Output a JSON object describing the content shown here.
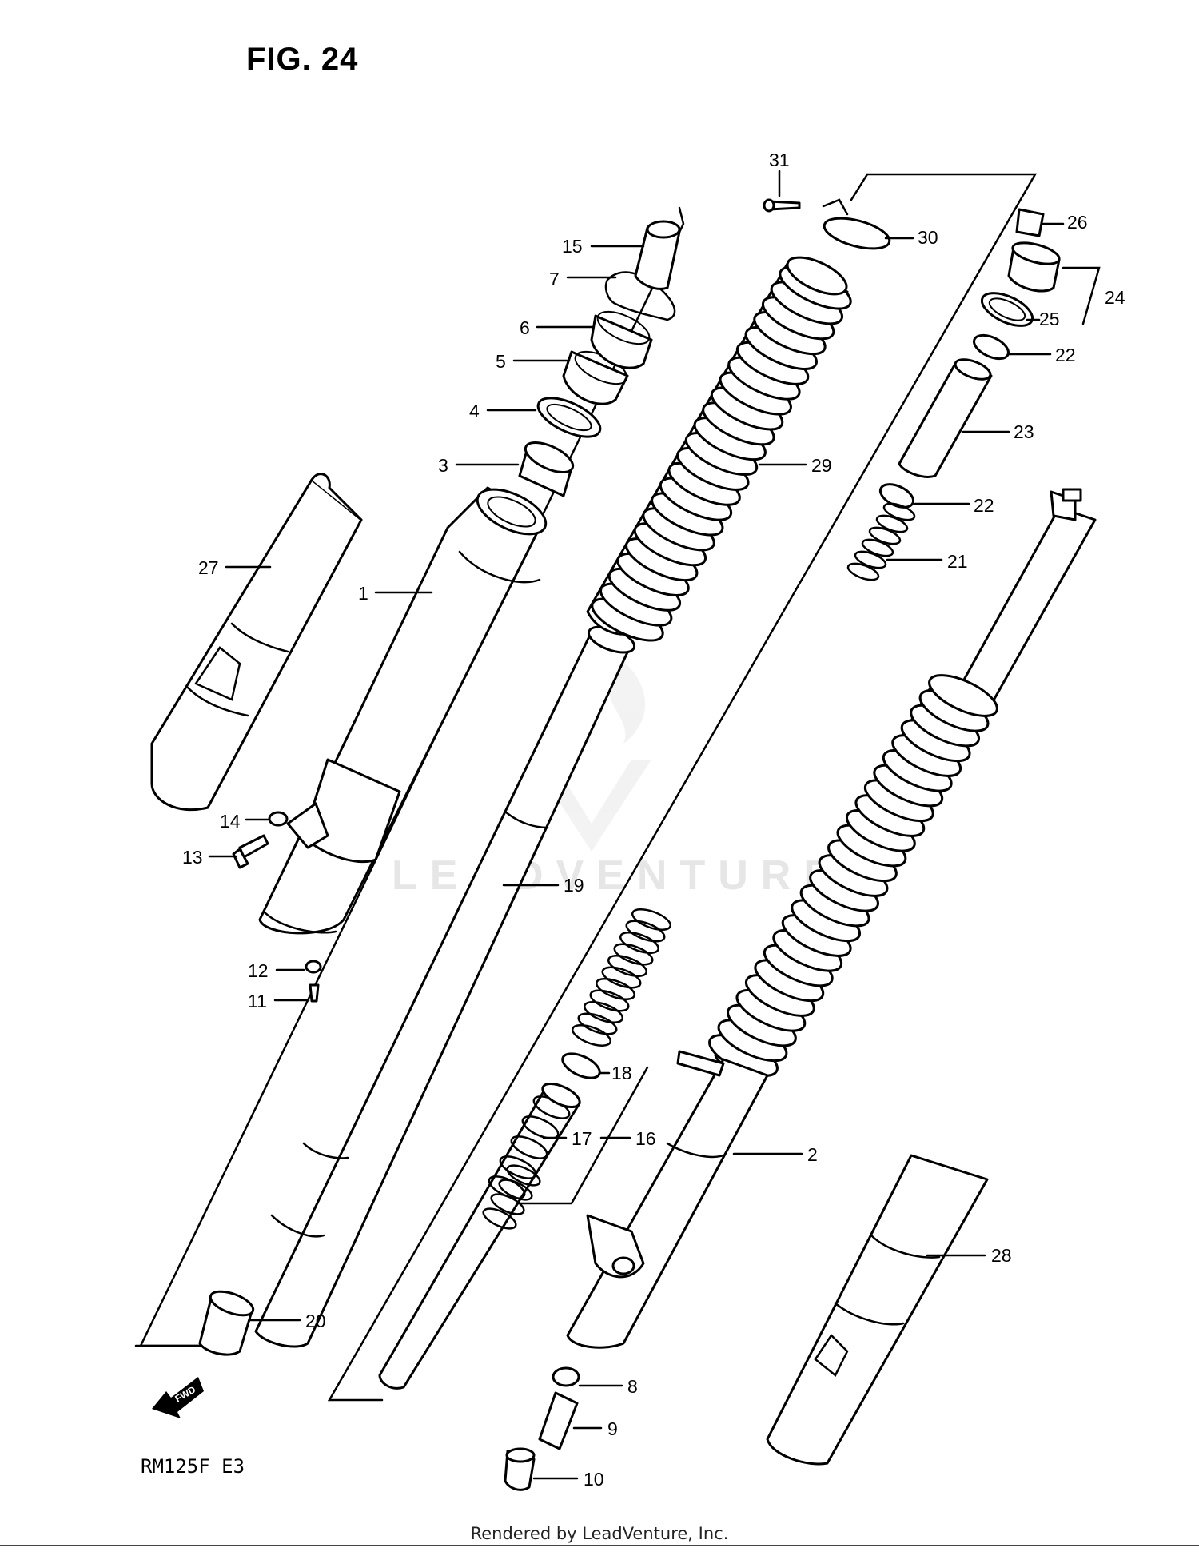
{
  "figure": {
    "title": "FIG. 24",
    "model": "RM125F  E3",
    "fwd_label": "FWD"
  },
  "watermark": {
    "text": "LEADVENTURE"
  },
  "footer": {
    "credit": "Rendered by LeadVenture, Inc."
  },
  "callouts": [
    {
      "label": "31",
      "part": "screw"
    },
    {
      "label": "30",
      "part": "band"
    },
    {
      "label": "26",
      "part": "air-valve"
    },
    {
      "label": "24",
      "part": "cap-bolt"
    },
    {
      "label": "25",
      "part": "o-ring"
    },
    {
      "label": "22",
      "part": "washer-upper"
    },
    {
      "label": "23",
      "part": "spacer"
    },
    {
      "label": "22",
      "part": "washer-lower"
    },
    {
      "label": "21",
      "part": "spring-short"
    },
    {
      "label": "15",
      "part": "cap"
    },
    {
      "label": "7",
      "part": "clip"
    },
    {
      "label": "6",
      "part": "dust-seal"
    },
    {
      "label": "5",
      "part": "oil-seal"
    },
    {
      "label": "4",
      "part": "oil-seal-ring"
    },
    {
      "label": "3",
      "part": "bushing"
    },
    {
      "label": "29",
      "part": "fork-boot"
    },
    {
      "label": "27",
      "part": "fork-guard-left"
    },
    {
      "label": "1",
      "part": "outer-tube"
    },
    {
      "label": "14",
      "part": "washer"
    },
    {
      "label": "13",
      "part": "bolt"
    },
    {
      "label": "19",
      "part": "inner-tube"
    },
    {
      "label": "12",
      "part": "nut"
    },
    {
      "label": "11",
      "part": "screw"
    },
    {
      "label": "18",
      "part": "ring"
    },
    {
      "label": "17",
      "part": "damper-rod"
    },
    {
      "label": "16",
      "part": "spring-long"
    },
    {
      "label": "2",
      "part": "inner-tube-assembly"
    },
    {
      "label": "28",
      "part": "fork-guard-right"
    },
    {
      "label": "20",
      "part": "slide-bushing"
    },
    {
      "label": "8",
      "part": "washer"
    },
    {
      "label": "9",
      "part": "bolt"
    },
    {
      "label": "10",
      "part": "nut"
    }
  ]
}
